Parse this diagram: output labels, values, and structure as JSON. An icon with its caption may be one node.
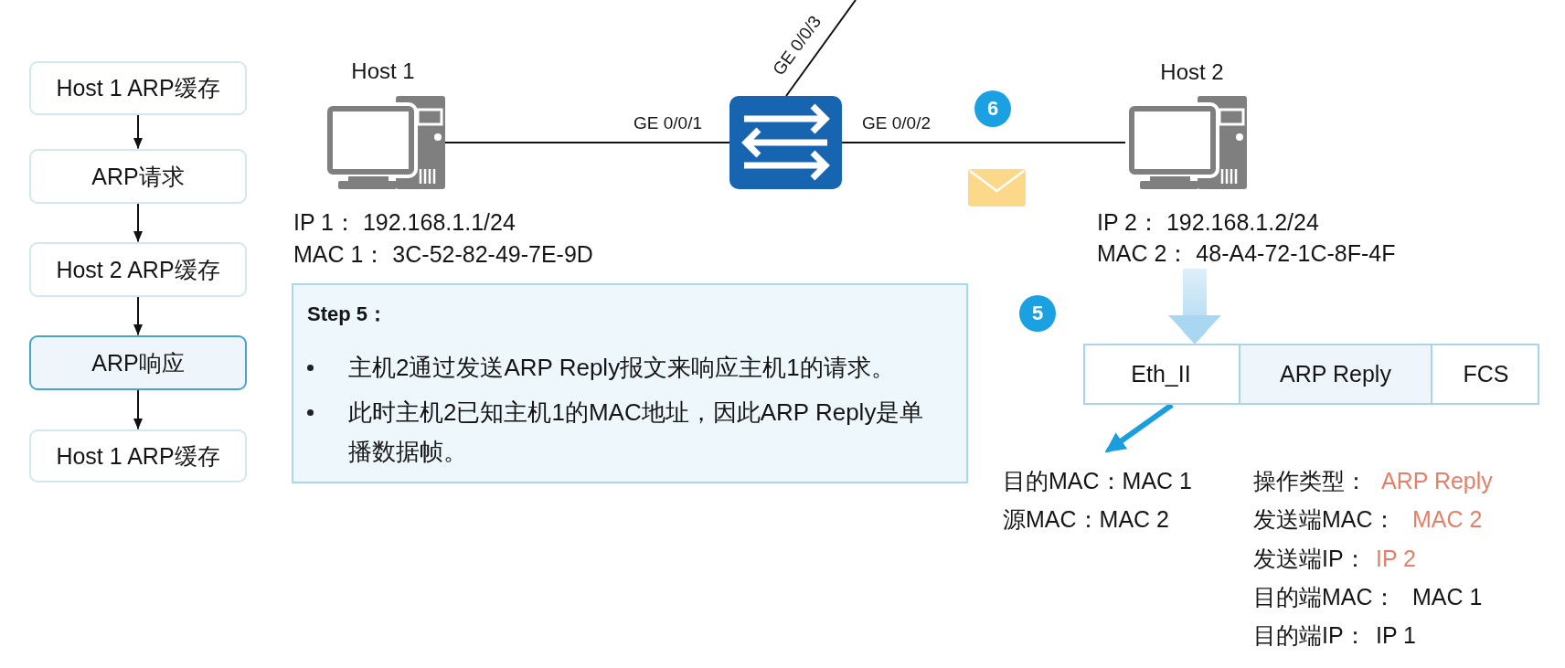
{
  "diagram": {
    "nodes": [
      {
        "text": [
          "Host 1 ARP缓存"
        ]
      },
      {
        "text": [
          "ARP请求"
        ]
      },
      {
        "text": [
          "Host 2 ARP缓存"
        ]
      },
      {
        "text": [
          "ARP响应"
        ]
      },
      {
        "text": [
          "Host 1 ARP缓存"
        ]
      },
      {
        "text": [
          "Host 1"
        ],
        "beside": [
          "IP 1： 192.168.1.1/24",
          "MAC 1： 3C-52-82-49-7E-9D"
        ]
      },
      {
        "text": [],
        "shape": "picture"
      },
      {
        "text": [
          "Host 2"
        ]
      },
      {
        "text": [
          "IP 2： 192.168.1.2/24",
          "MAC 2： 48-A4-72-1C-8F-4F"
        ]
      },
      {
        "text": [
          "Step 5：",
          "主机2通过发送ARP Reply报文来响应主机1的请求。",
          "此时主机2已知主机1的MAC地址，因此ARP Reply是单播数据帧。"
        ]
      },
      {
        "text": [],
        "shape": "box"
      },
      {
        "text": [
          "Eth_II"
        ],
        "in": 10
      },
      {
        "text": [
          "ARP Reply"
        ],
        "in": 10
      },
      {
        "text": [
          "FCS"
        ],
        "in": 10
      },
      {
        "text": [
          "目的MAC：MAC 1",
          "源MAC：MAC 2"
        ]
      }
    ],
    "edges": [
      {
        "from": 0,
        "to": 1,
        "arrow": "to"
      },
      {
        "from": 1,
        "to": 2,
        "arrow": "to"
      },
      {
        "from": 2,
        "to": 3,
        "arrow": "to"
      },
      {
        "from": 3,
        "to": 4,
        "arrow": "to"
      },
      {
        "from": 5,
        "to": 6,
        "arrow": "none",
        "label": "GE 0/0/1"
      },
      {
        "from": 6,
        "to": 7,
        "arrow": "none",
        "label": "GE 0/0/2"
      },
      {
        "from": 6,
        "to": null,
        "arrow": "none",
        "label": "GE 0/0/3"
      },
      {
        "from": 8,
        "to": 10,
        "arrow": "to",
        "style": "thick",
        "color": "#a9d6f0"
      },
      {
        "from": 11,
        "to": 14,
        "arrow": "to",
        "style": "thick",
        "color": "#1a9ee0"
      }
    ],
    "labels": [
      "6",
      "5",
      "操作类型：",
      "ARP Reply",
      "发送端MAC：",
      "MAC 2",
      "发送端IP：",
      "IP 2",
      "目的端MAC：",
      "MAC 1",
      "目的端IP：",
      "IP 1"
    ]
  }
}
